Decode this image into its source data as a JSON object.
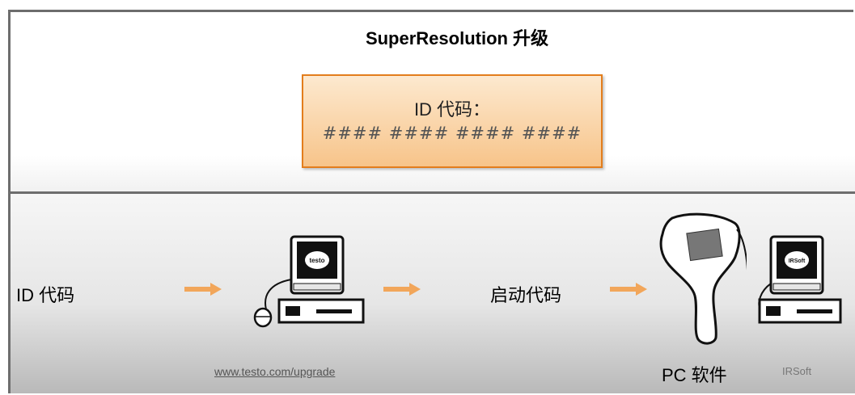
{
  "title": "SuperResolution 升级",
  "id_box": {
    "label": "ID 代码：",
    "code": "#### #### #### ####"
  },
  "flow": {
    "step1_label": "ID 代码",
    "step2_label": "启动代码",
    "step3_label": "PC 软件"
  },
  "website": "www.testo.com/upgrade",
  "software_name": "IRSoft",
  "computer_logos": {
    "left": "testo",
    "right": "IRSoft"
  },
  "colors": {
    "accent_orange": "#e37d1c",
    "box_fill_light": "#fde9cf",
    "box_fill_dark": "#f7c48a",
    "arrow": "#f2a65a",
    "frame": "#6d6d6d"
  },
  "icons": [
    "arrow-right-icon",
    "computer-with-mouse-icon",
    "thermal-camera-icon",
    "computer-icon"
  ]
}
